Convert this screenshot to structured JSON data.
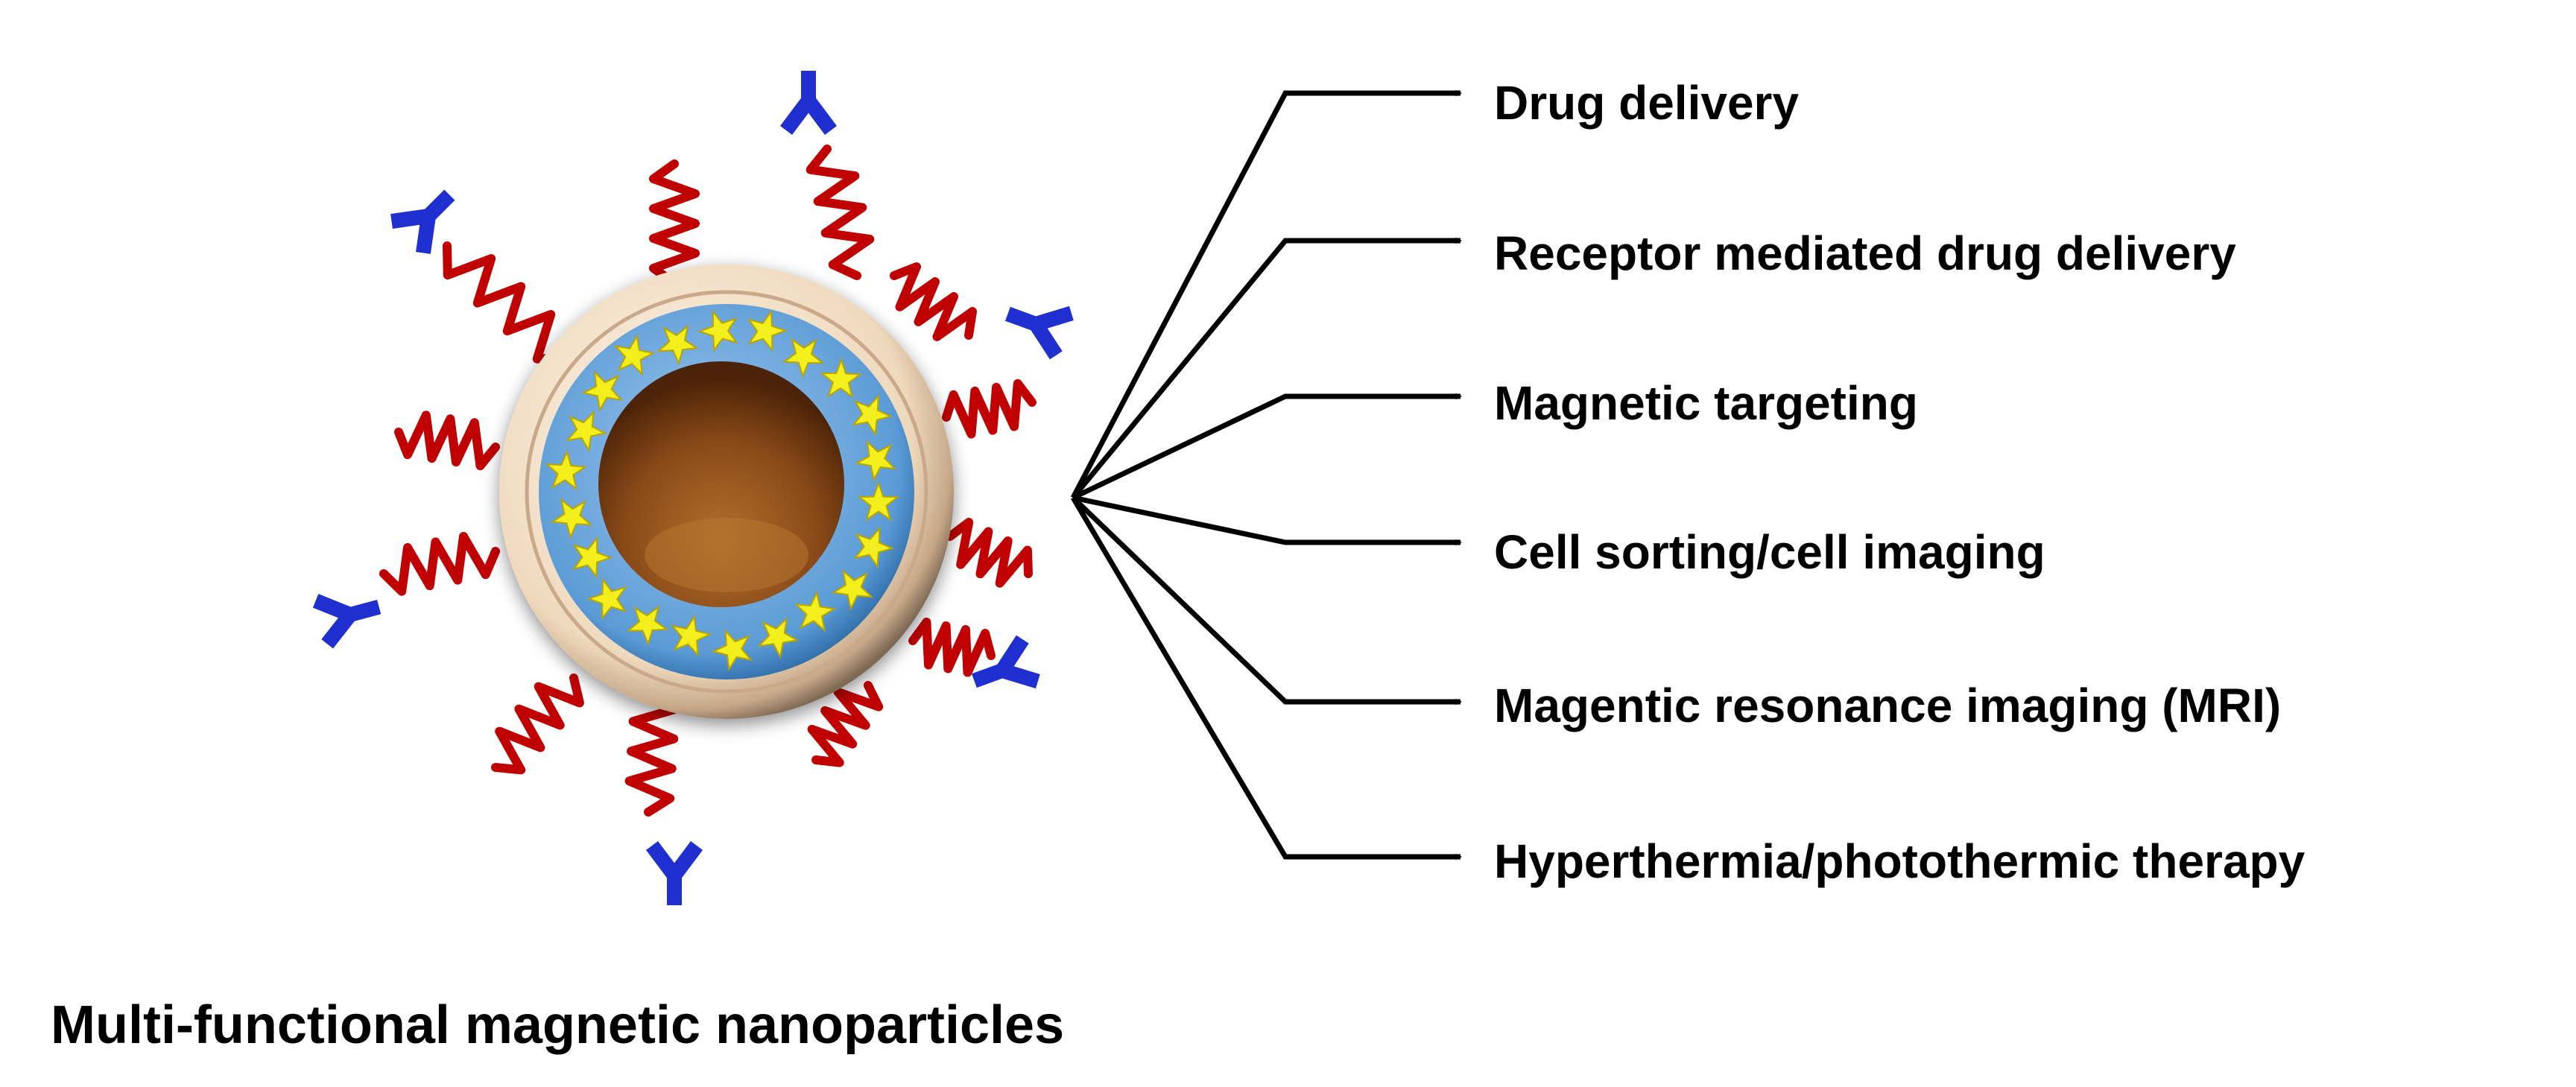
{
  "diagram": {
    "applications": [
      "Drug delivery",
      "Receptor mediated drug delivery",
      "Magnetic targeting",
      "Cell sorting/cell imaging",
      "Magentic resonance imaging (MRI)",
      "Hyperthermia/photothermic therapy"
    ],
    "caption": "Multi-functional magnetic nanoparticles",
    "colors": {
      "arrow": "#000000",
      "core": "#7a3f12",
      "core_highlight": "#b0702c",
      "blue_layer": "#5b9bd5",
      "outer_shell": "#efd9bd",
      "star": "#f2ef1d",
      "polymer_chain": "#c00000",
      "antibody": "#1f2fd0"
    },
    "icons": {
      "core": "magnetic-core-icon",
      "stars": "drug-molecule-star-icon",
      "chain": "polymer-chain-icon",
      "antibody": "antibody-icon"
    }
  }
}
